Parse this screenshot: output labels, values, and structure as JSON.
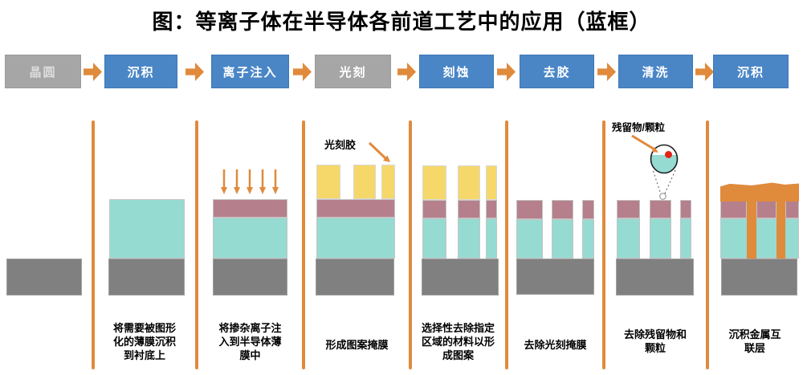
{
  "title": "图：等离子体在半导体各前道工艺中的应用（蓝框）",
  "colors": {
    "blue": "#4A86C6",
    "grayBox": "#A6A6A6",
    "orange": "#E08A3C",
    "teal": "#96DBD2",
    "pink": "#B5808C",
    "substrate": "#808080",
    "yellow": "#F6D86A",
    "redDot": "#E3231A"
  },
  "flow": {
    "steps": [
      {
        "label": "晶圆",
        "highlight": false
      },
      {
        "label": "沉积",
        "highlight": true
      },
      {
        "label": "离子注入",
        "highlight": true
      },
      {
        "label": "光刻",
        "highlight": false
      },
      {
        "label": "刻蚀",
        "highlight": true
      },
      {
        "label": "去胶",
        "highlight": true
      },
      {
        "label": "清洗",
        "highlight": true
      },
      {
        "label": "沉积",
        "highlight": true
      }
    ]
  },
  "panels": [
    {
      "name": "wafer",
      "caption": ""
    },
    {
      "name": "deposition",
      "caption": "将需要被图形\n化的薄膜沉积\n到衬底上"
    },
    {
      "name": "ion-implantation",
      "caption": "将掺杂离子注\n入到半导体薄\n膜中"
    },
    {
      "name": "lithography",
      "caption": "形成图案掩膜",
      "annotation": "光刻胶"
    },
    {
      "name": "etching",
      "caption": "选择性去除指定\n区域的材料以形\n成图案"
    },
    {
      "name": "strip",
      "caption": "去除光刻掩膜"
    },
    {
      "name": "cleaning",
      "caption": "去除残留物和\n颗粒",
      "annotation": "残留物/颗粒"
    },
    {
      "name": "metal-deposition",
      "caption": "沉积金属互\n联层"
    }
  ]
}
